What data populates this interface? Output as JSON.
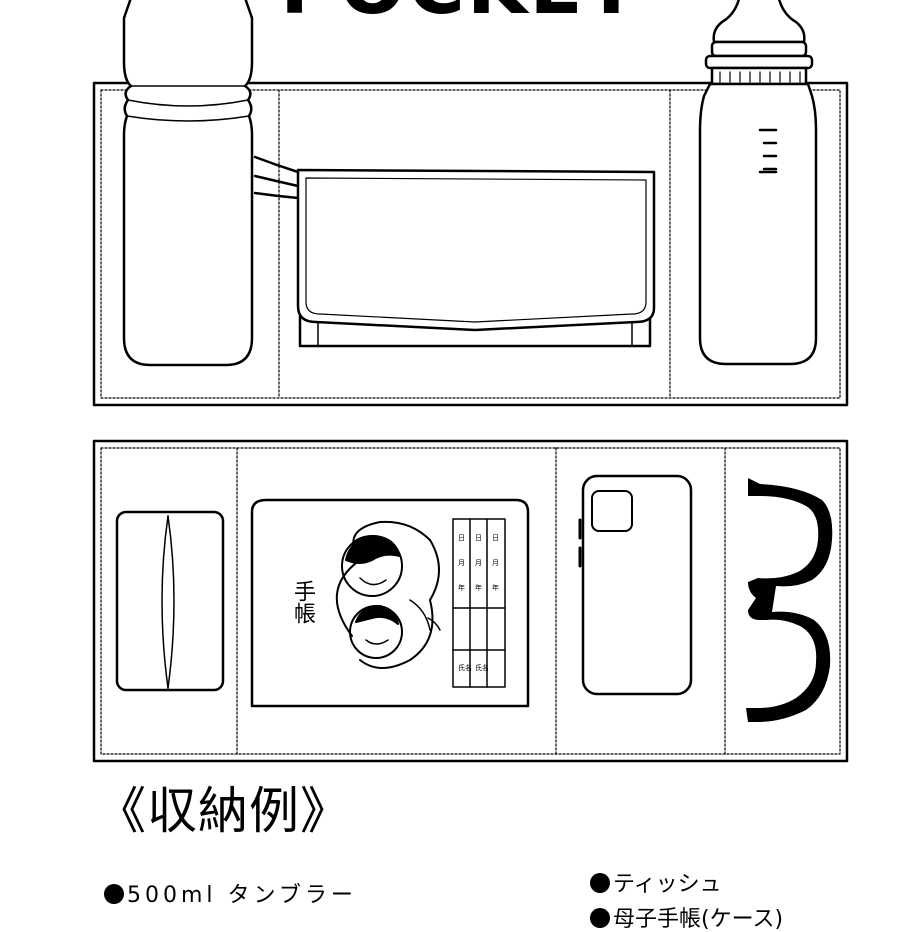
{
  "title": "POCKET",
  "heading": "《収納例》",
  "items": [
    "500ml タンブラー",
    "ティッシュ",
    "母子手帳(ケース)"
  ],
  "booklet": {
    "title": "手帳"
  }
}
